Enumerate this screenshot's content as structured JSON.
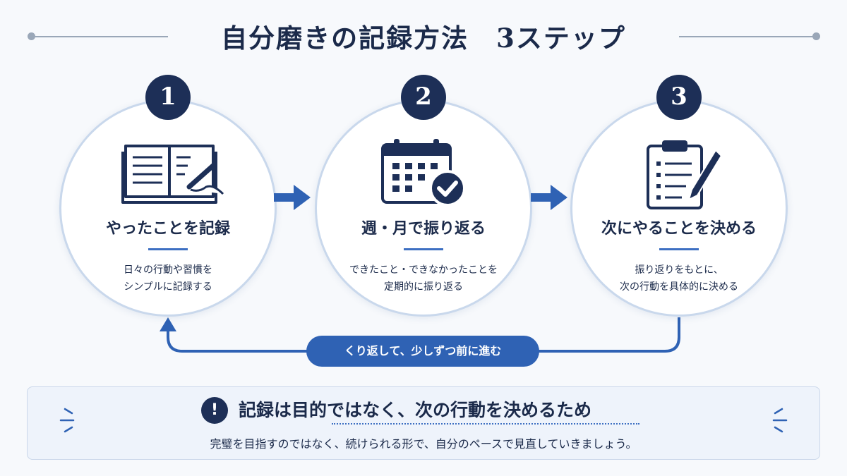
{
  "title": "自分磨きの記録方法　3ステップ",
  "steps": [
    {
      "number": "1",
      "title": "やったことを記録",
      "desc_line1": "日々の行動や習慣を",
      "desc_line2": "シンプルに記録する",
      "icon": "notebook-pen-icon"
    },
    {
      "number": "2",
      "title": "週・月で振り返る",
      "desc_line1": "できたこと・できなかったことを",
      "desc_line2": "定期的に振り返る",
      "icon": "calendar-check-icon"
    },
    {
      "number": "3",
      "title": "次にやることを決める",
      "desc_line1": "振り返りをもとに、",
      "desc_line2": "次の行動を具体的に決める",
      "icon": "clipboard-pen-icon"
    }
  ],
  "loop_label": "くり返して、少しずつ前に進む",
  "note": {
    "icon_glyph": "!",
    "heading": "記録は目的ではなく、次の行動を決めるため",
    "sub": "完璧を目指すのではなく、続けられる形で、自分のペースで見直していきましょう。"
  },
  "colors": {
    "navy": "#1d2f57",
    "accent_blue": "#2f62b4",
    "circle_border": "#c9d8ec",
    "background": "#f7f9fc"
  }
}
